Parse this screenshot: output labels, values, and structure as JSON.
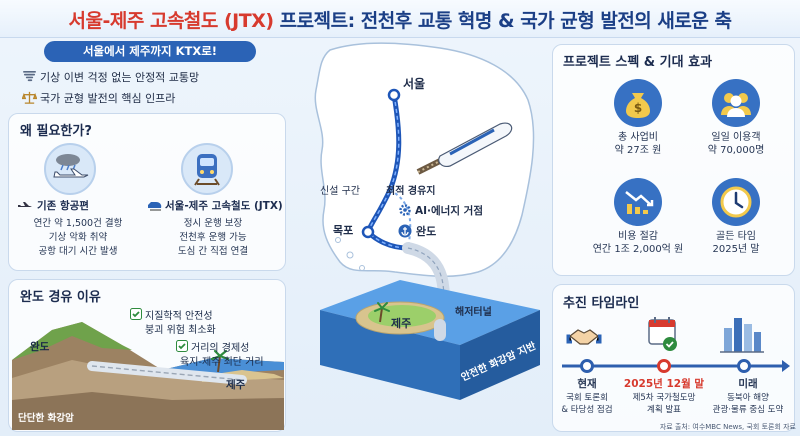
{
  "header": {
    "title_main": "서울-제주 고속철도 (JTX) ",
    "title_rest": "프로젝트: 전천후 교통 혁명 & 국가 균형 발전의 새로운 축"
  },
  "intro": {
    "pill": "서울에서 제주까지 KTX로!",
    "line1": "기상 이변 걱정 없는 안정적 교통망",
    "line2": "국가 균형 발전의 핵심 인프라"
  },
  "why": {
    "title": "왜 필요한가?",
    "left_heading": "기존 항공편",
    "left_lines": [
      "연간 약 1,500건 결항",
      "기상 악화 취약",
      "공항 대기 시간 발생"
    ],
    "right_heading": "서울-제주 고속철도 (JTX)",
    "right_lines": [
      "정시 운행 보장",
      "전천후 운행 가능",
      "도심 간 직접 연결"
    ]
  },
  "wando": {
    "title": "완도 경유 이유",
    "note1_a": "지질학적 안전성",
    "note1_b": "붕괴 위험 최소화",
    "note2_a": "거리의 경제성",
    "note2_b": "육지-제주 최단 거리",
    "label_wando": "완도",
    "label_jeju": "제주",
    "label_rock": "단단한 화강암"
  },
  "map": {
    "seoul": "서울",
    "new_section": "신설 구간",
    "optimal_stop": "최적 경유지",
    "ai_hub": "AI·에너지 거점",
    "mokpo": "목포",
    "wando": "완도",
    "tunnel": "해저터널",
    "jeju": "제주",
    "safe_rock": "안전한 화강암 지반"
  },
  "specs": {
    "title": "프로젝트 스펙 & 기대 효과",
    "items": [
      {
        "label": "총 사업비",
        "value": "약 27조 원",
        "icon": "money-bag-icon"
      },
      {
        "label": "일일 이용객",
        "value": "약 70,000명",
        "icon": "people-icon"
      },
      {
        "label": "비용 절감",
        "value": "연간 1조 2,000억 원",
        "icon": "chart-down-icon"
      },
      {
        "label": "골든 타임",
        "value": "2025년 말",
        "icon": "clock-icon"
      }
    ]
  },
  "timeline": {
    "title": "추진 타임라인",
    "stages": [
      {
        "title": "현재",
        "line1": "국회 토론회",
        "line2": "& 타당성 점검"
      },
      {
        "title": "2025년 12월 말",
        "line1": "제5차 국가철도망",
        "line2": "계획 발표"
      },
      {
        "title": "미래",
        "line1": "동북아 해양",
        "line2": "관광·물류 중심 도약"
      }
    ]
  },
  "source": "자료 출처: 여수MBC News, 국회 토론회 자료",
  "colors": {
    "primary": "#2b63b6",
    "accent_red": "#d73a2e",
    "rail": "#2e6fd0"
  }
}
